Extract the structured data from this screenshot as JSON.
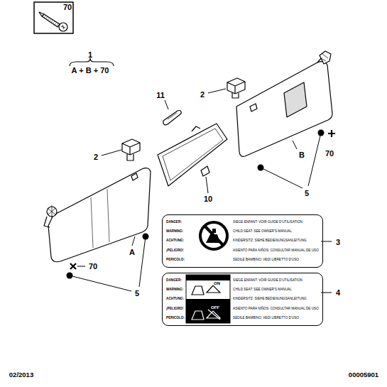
{
  "diagram": {
    "nodes": [
      {
        "text": [
          "DANGER:",
          "WARNING:",
          "ACHTUNG:",
          "¡PELIGRO!",
          "PERICOLO:",
          "SIEGE ENFANT: VOIR GUIDE D'UTILISATION",
          "CHILD SEAT: SEE OWNER'S MANUAL",
          "KINDERSITZ: SIEHE BEDIENUNGSANLEITUNG",
          "ASIENTO PARA NIÑOS: CONSULTAR MANUAL DE USO",
          "SEDILE BAMBINO: VEDI LIBRETTO D'USO"
        ]
      },
      {
        "text": [
          "DANGER:",
          "WARNING:",
          "ACHTUNG:",
          "¡PELIGRO!",
          "PERICOLO:",
          "SIEGE ENFANT: VOIR GUIDE D'UTILISATION",
          "CHILD SEAT: SEE OWNER'S MANUAL",
          "KINDERSITZ: SIEHE BEDIENUNGSANLEITUNG",
          "ASIENTO PARA NIÑOS: CONSULTAR MANUAL DE USO",
          "SEDILE BAMBINO: VEDI LIBRETTO D'USO",
          "ON",
          "OFF"
        ]
      }
    ],
    "labels": [
      "70",
      "1",
      "A + B + 70",
      "11",
      "2",
      "B",
      "70",
      "2",
      "10",
      "5",
      "A",
      "70",
      "5",
      "3",
      "4",
      "02/2013",
      "00005901"
    ]
  }
}
